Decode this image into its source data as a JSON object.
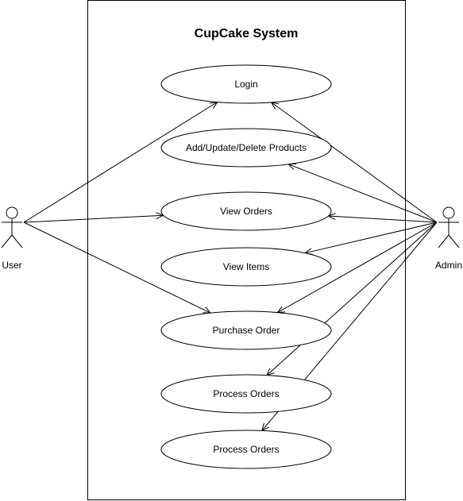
{
  "system": {
    "title": "CupCake System"
  },
  "actors": [
    {
      "id": "user",
      "label": "User"
    },
    {
      "id": "admin",
      "label": "Admin"
    }
  ],
  "use_cases": [
    {
      "id": "login",
      "label": "Login"
    },
    {
      "id": "add-update-delete-products",
      "label": "Add/Update/Delete Products"
    },
    {
      "id": "view-orders",
      "label": "View Orders"
    },
    {
      "id": "view-items",
      "label": "View Items"
    },
    {
      "id": "purchase-order",
      "label": "Purchase Order"
    },
    {
      "id": "process-orders-1",
      "label": "Process Orders"
    },
    {
      "id": "process-orders-2",
      "label": "Process Orders"
    }
  ],
  "associations": [
    {
      "from": "user",
      "to": "login"
    },
    {
      "from": "user",
      "to": "view-orders"
    },
    {
      "from": "user",
      "to": "purchase-order"
    },
    {
      "from": "admin",
      "to": "login"
    },
    {
      "from": "admin",
      "to": "add-update-delete-products"
    },
    {
      "from": "admin",
      "to": "view-orders"
    },
    {
      "from": "admin",
      "to": "view-items"
    },
    {
      "from": "admin",
      "to": "purchase-order"
    },
    {
      "from": "admin",
      "to": "process-orders-1"
    },
    {
      "from": "admin",
      "to": "process-orders-2"
    }
  ]
}
